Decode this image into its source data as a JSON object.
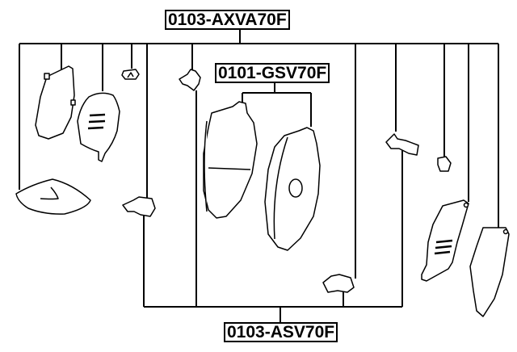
{
  "diagram": {
    "type": "exploded-parts-diagram",
    "subject": "brake pad kit",
    "labels": {
      "top": "0103-AXVA70F",
      "middle": "0101-GSV70F",
      "bottom": "0103-ASV70F"
    },
    "colors": {
      "line": "#000000",
      "background": "#ffffff"
    },
    "groups": [
      {
        "label_ref": "top",
        "parts": [
          "grease-packet",
          "left-shim-outer",
          "left-shim-inner",
          "sensor-clip",
          "anti-rattle-clip-upper-left",
          "anti-rattle-clip-lower-left",
          "anti-rattle-clip-right",
          "sensor-clip-right",
          "right-shim-inner",
          "right-shim-outer"
        ]
      },
      {
        "label_ref": "middle",
        "parts": [
          "brake-pad-left",
          "brake-pad-right"
        ]
      },
      {
        "label_ref": "bottom",
        "parts": [
          "anti-rattle-clip-lower-left",
          "anti-rattle-clip-upper-left",
          "anti-rattle-clip-lower-right",
          "anti-rattle-clip-right"
        ]
      }
    ]
  }
}
